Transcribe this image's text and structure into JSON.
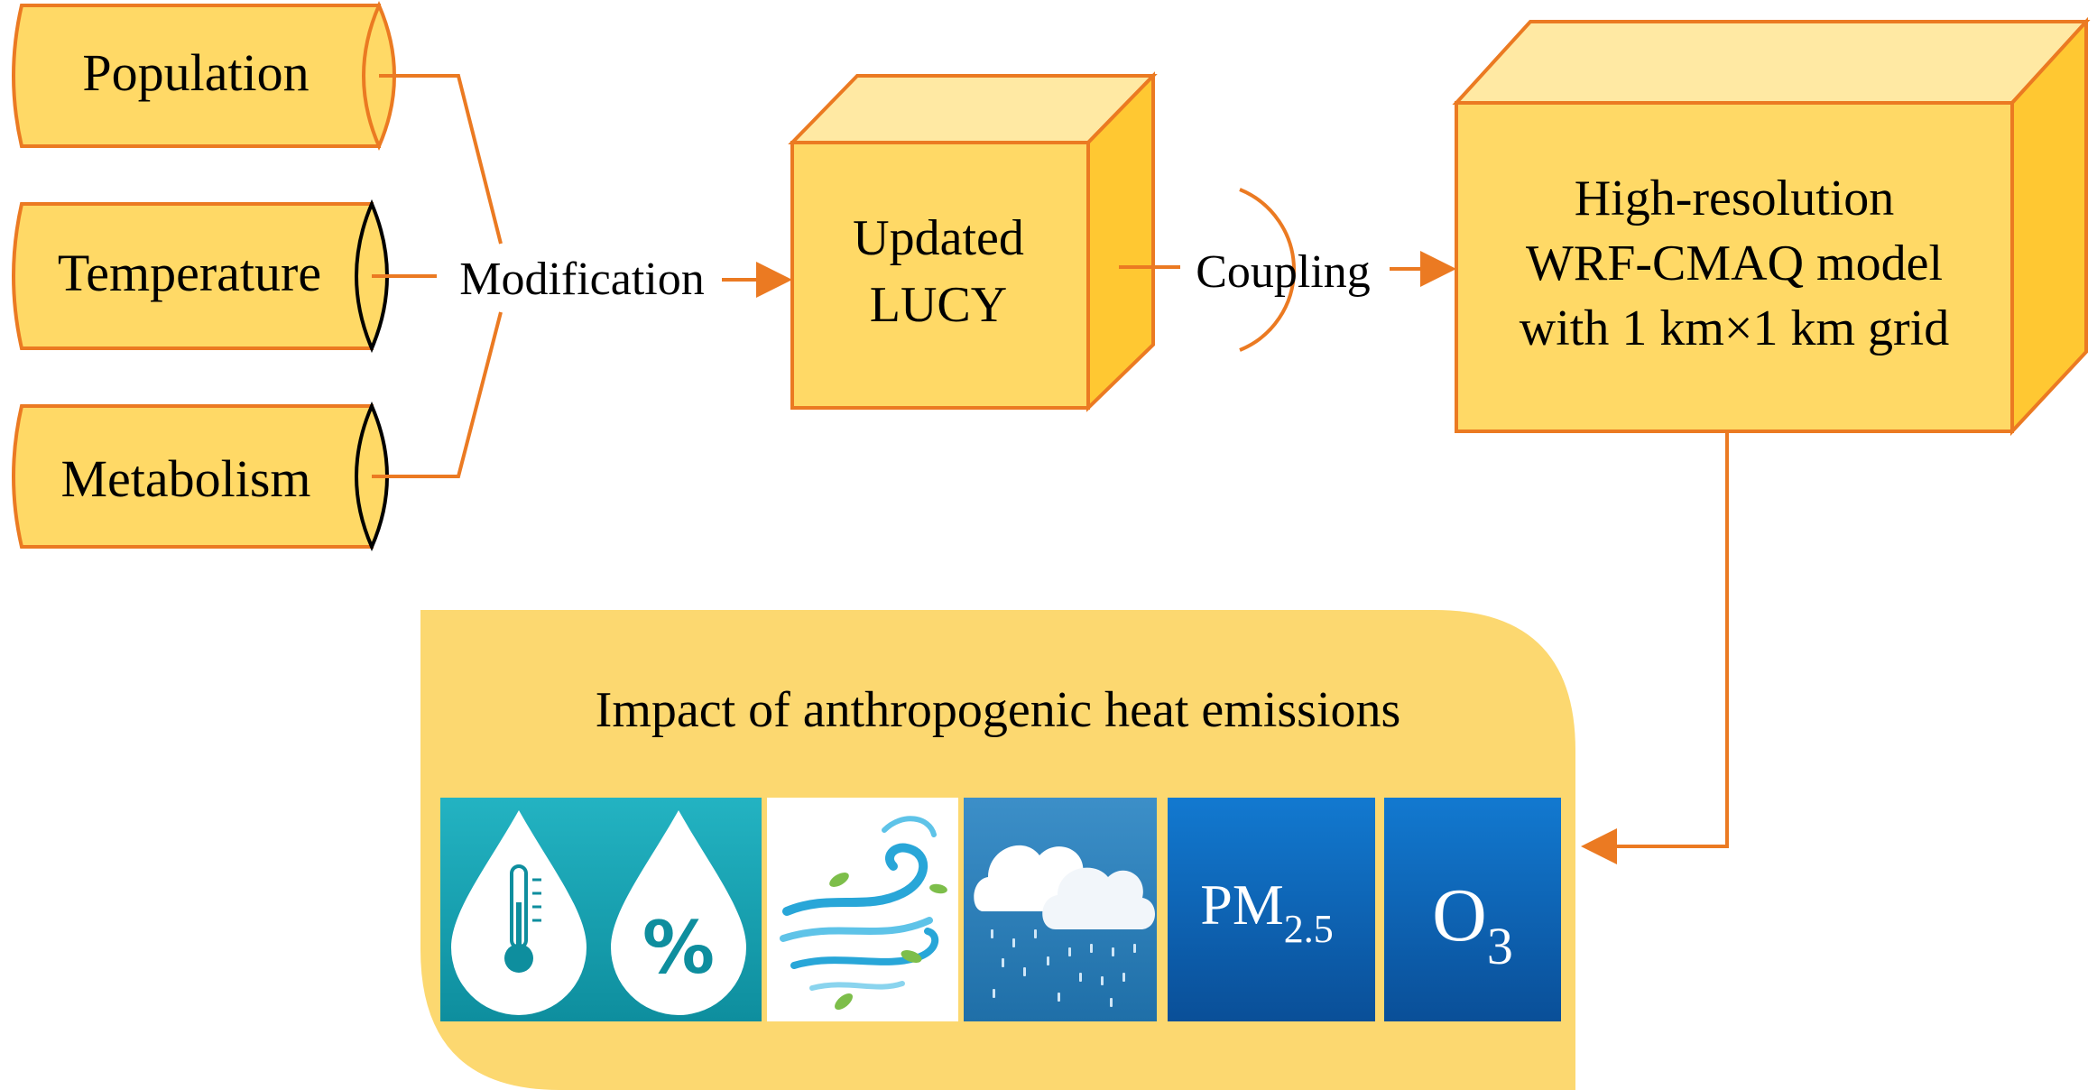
{
  "inputs": [
    {
      "label": "Population"
    },
    {
      "label": "Temperature"
    },
    {
      "label": "Metabolism"
    }
  ],
  "connectors": {
    "modification": "Modification",
    "coupling": "Coupling"
  },
  "lucy_box": {
    "line1": "Updated",
    "line2": "LUCY"
  },
  "model_box": {
    "line1": "High-resolution",
    "line2": "WRF-CMAQ model",
    "line3": "with 1 km×1 km grid"
  },
  "impact_panel": {
    "title": "Impact of anthropogenic heat emissions",
    "tiles": [
      {
        "icon": "temperature-drop-icon"
      },
      {
        "icon": "humidity-drop-icon"
      },
      {
        "icon": "wind-icon"
      },
      {
        "icon": "rain-cloud-icon"
      },
      {
        "label": "PM",
        "subscript": "2.5"
      },
      {
        "label": "O",
        "subscript": "3"
      }
    ]
  },
  "colors": {
    "fill_yellow": "#FFD966",
    "side_yellow": "#FFC832",
    "top_yellow": "#FFE9A3",
    "stroke_orange": "#EB7A22",
    "panel_yellow": "#FCD870",
    "tile_blue": "#0A63B8",
    "tile_teal": "#1AA7B4"
  }
}
